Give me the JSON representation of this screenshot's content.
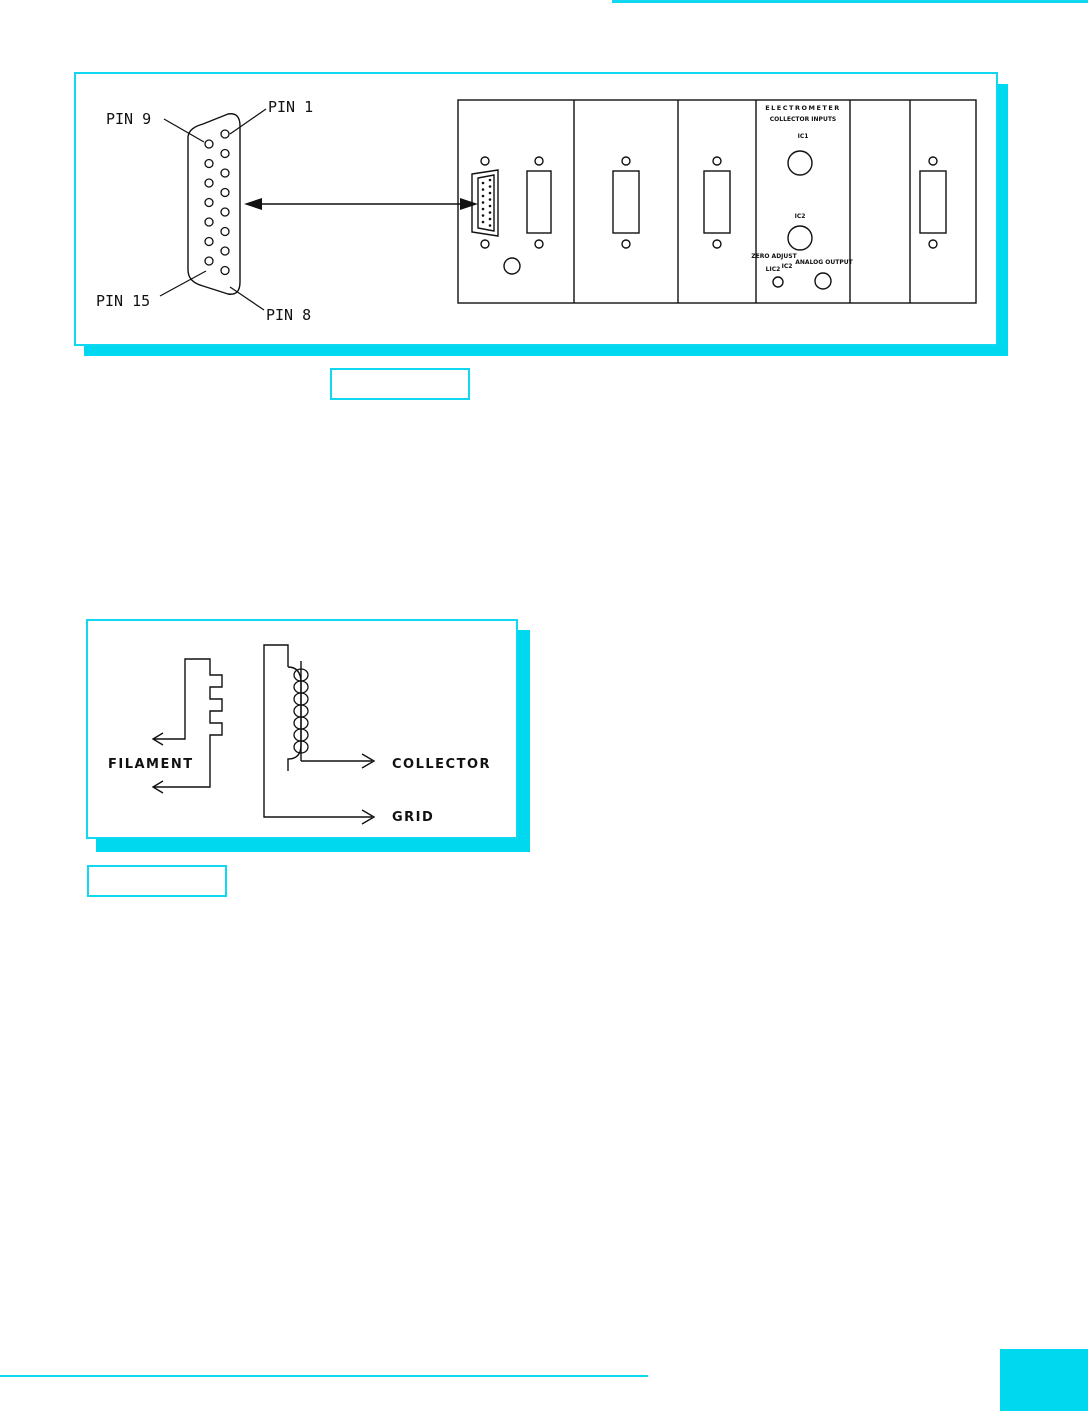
{
  "colors": {
    "accent": "#00d8f0",
    "line": "#111111"
  },
  "figure1": {
    "pins": {
      "pin9": "PIN 9",
      "pin1": "PIN 1",
      "pin15": "PIN 15",
      "pin8": "PIN 8"
    },
    "panel": {
      "title": "ELECTROMETER",
      "collector_inputs": "COLLECTOR INPUTS",
      "ic1": "IC1",
      "ic2": "IC2",
      "zero_adjust": "ZERO ADJUST",
      "ic2_small": "IC2",
      "lic2": "LIC2",
      "analog_output": "ANALOG OUTPUT"
    },
    "caption": ""
  },
  "figure2": {
    "labels": {
      "filament": "FILAMENT",
      "collector": "COLLECTOR",
      "grid": "GRID"
    },
    "caption": ""
  }
}
